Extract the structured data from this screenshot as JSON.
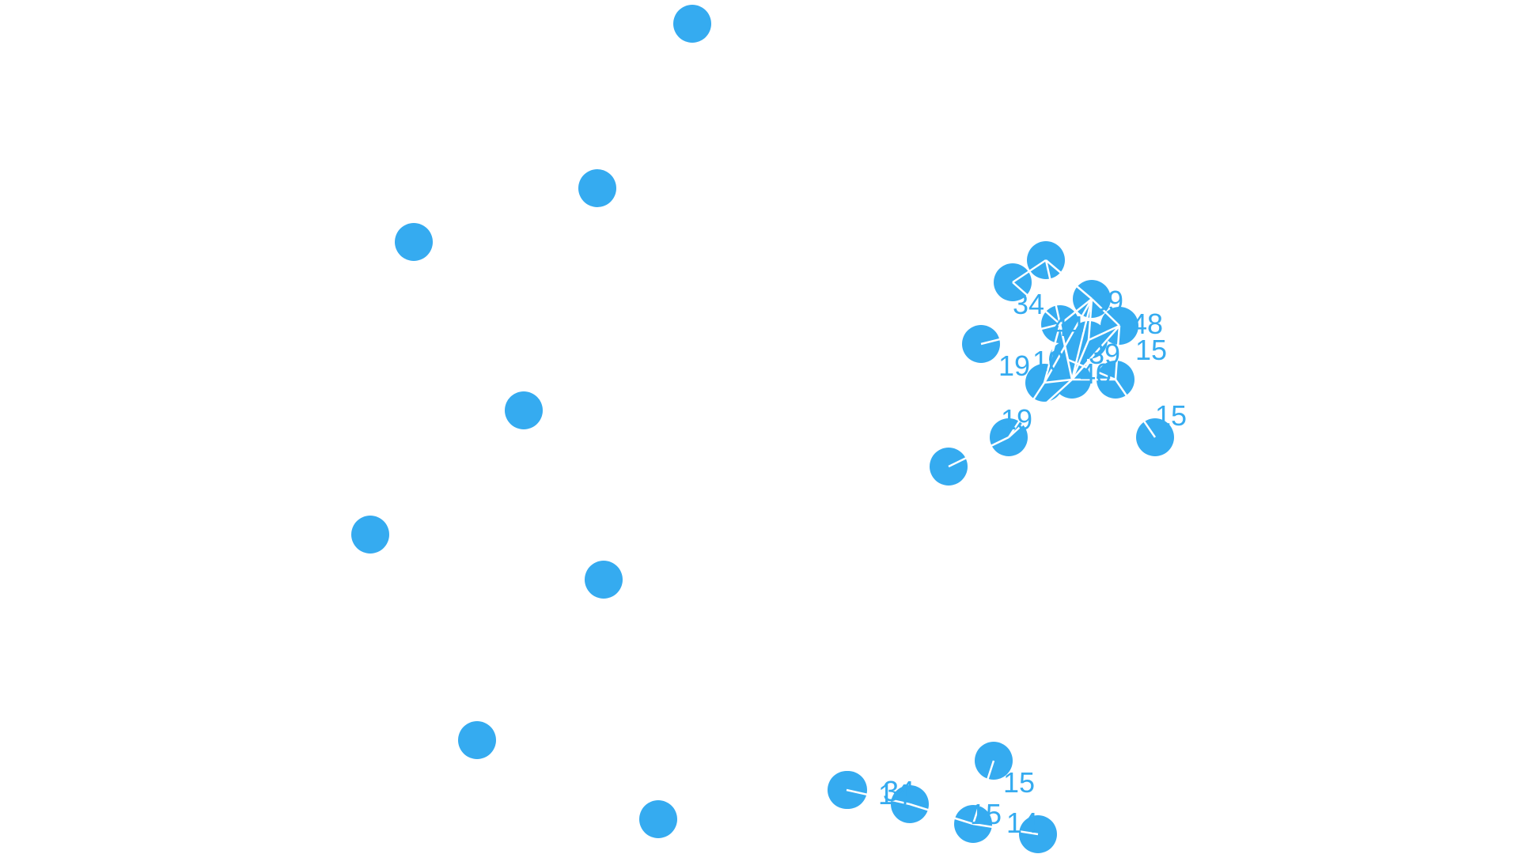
{
  "graph": {
    "node_color": "#35abf0",
    "edge_color": "#ffffff",
    "label_color": "#35abf0",
    "isolated_nodes": [
      {
        "id": "iso-1"
      },
      {
        "id": "iso-2"
      },
      {
        "id": "iso-3"
      },
      {
        "id": "iso-4"
      },
      {
        "id": "iso-5"
      },
      {
        "id": "iso-6"
      },
      {
        "id": "iso-7"
      },
      {
        "id": "iso-8"
      },
      {
        "id": "iso-9"
      }
    ],
    "cluster_nodes": [
      {
        "id": "c1",
        "label": ""
      },
      {
        "id": "c2",
        "label": "34"
      },
      {
        "id": "c3",
        "label": "44"
      },
      {
        "id": "c4",
        "label": "39"
      },
      {
        "id": "c5",
        "label": "48"
      },
      {
        "id": "c6",
        "label": "19"
      },
      {
        "id": "c7",
        "label": "10"
      },
      {
        "id": "c8",
        "label": "15"
      },
      {
        "id": "c9",
        "label": "15"
      },
      {
        "id": "c10",
        "label": "40"
      },
      {
        "id": "c11",
        "label": "39"
      },
      {
        "id": "c12",
        "label": "19"
      },
      {
        "id": "c13",
        "label": ""
      },
      {
        "id": "c14",
        "label": ""
      }
    ],
    "bottom_cluster_nodes": [
      {
        "id": "b1",
        "label": "15"
      },
      {
        "id": "b2",
        "label": "34"
      },
      {
        "id": "b3",
        "label": "15"
      },
      {
        "id": "b4",
        "label": "14"
      },
      {
        "id": "b5",
        "label": "14"
      }
    ]
  }
}
